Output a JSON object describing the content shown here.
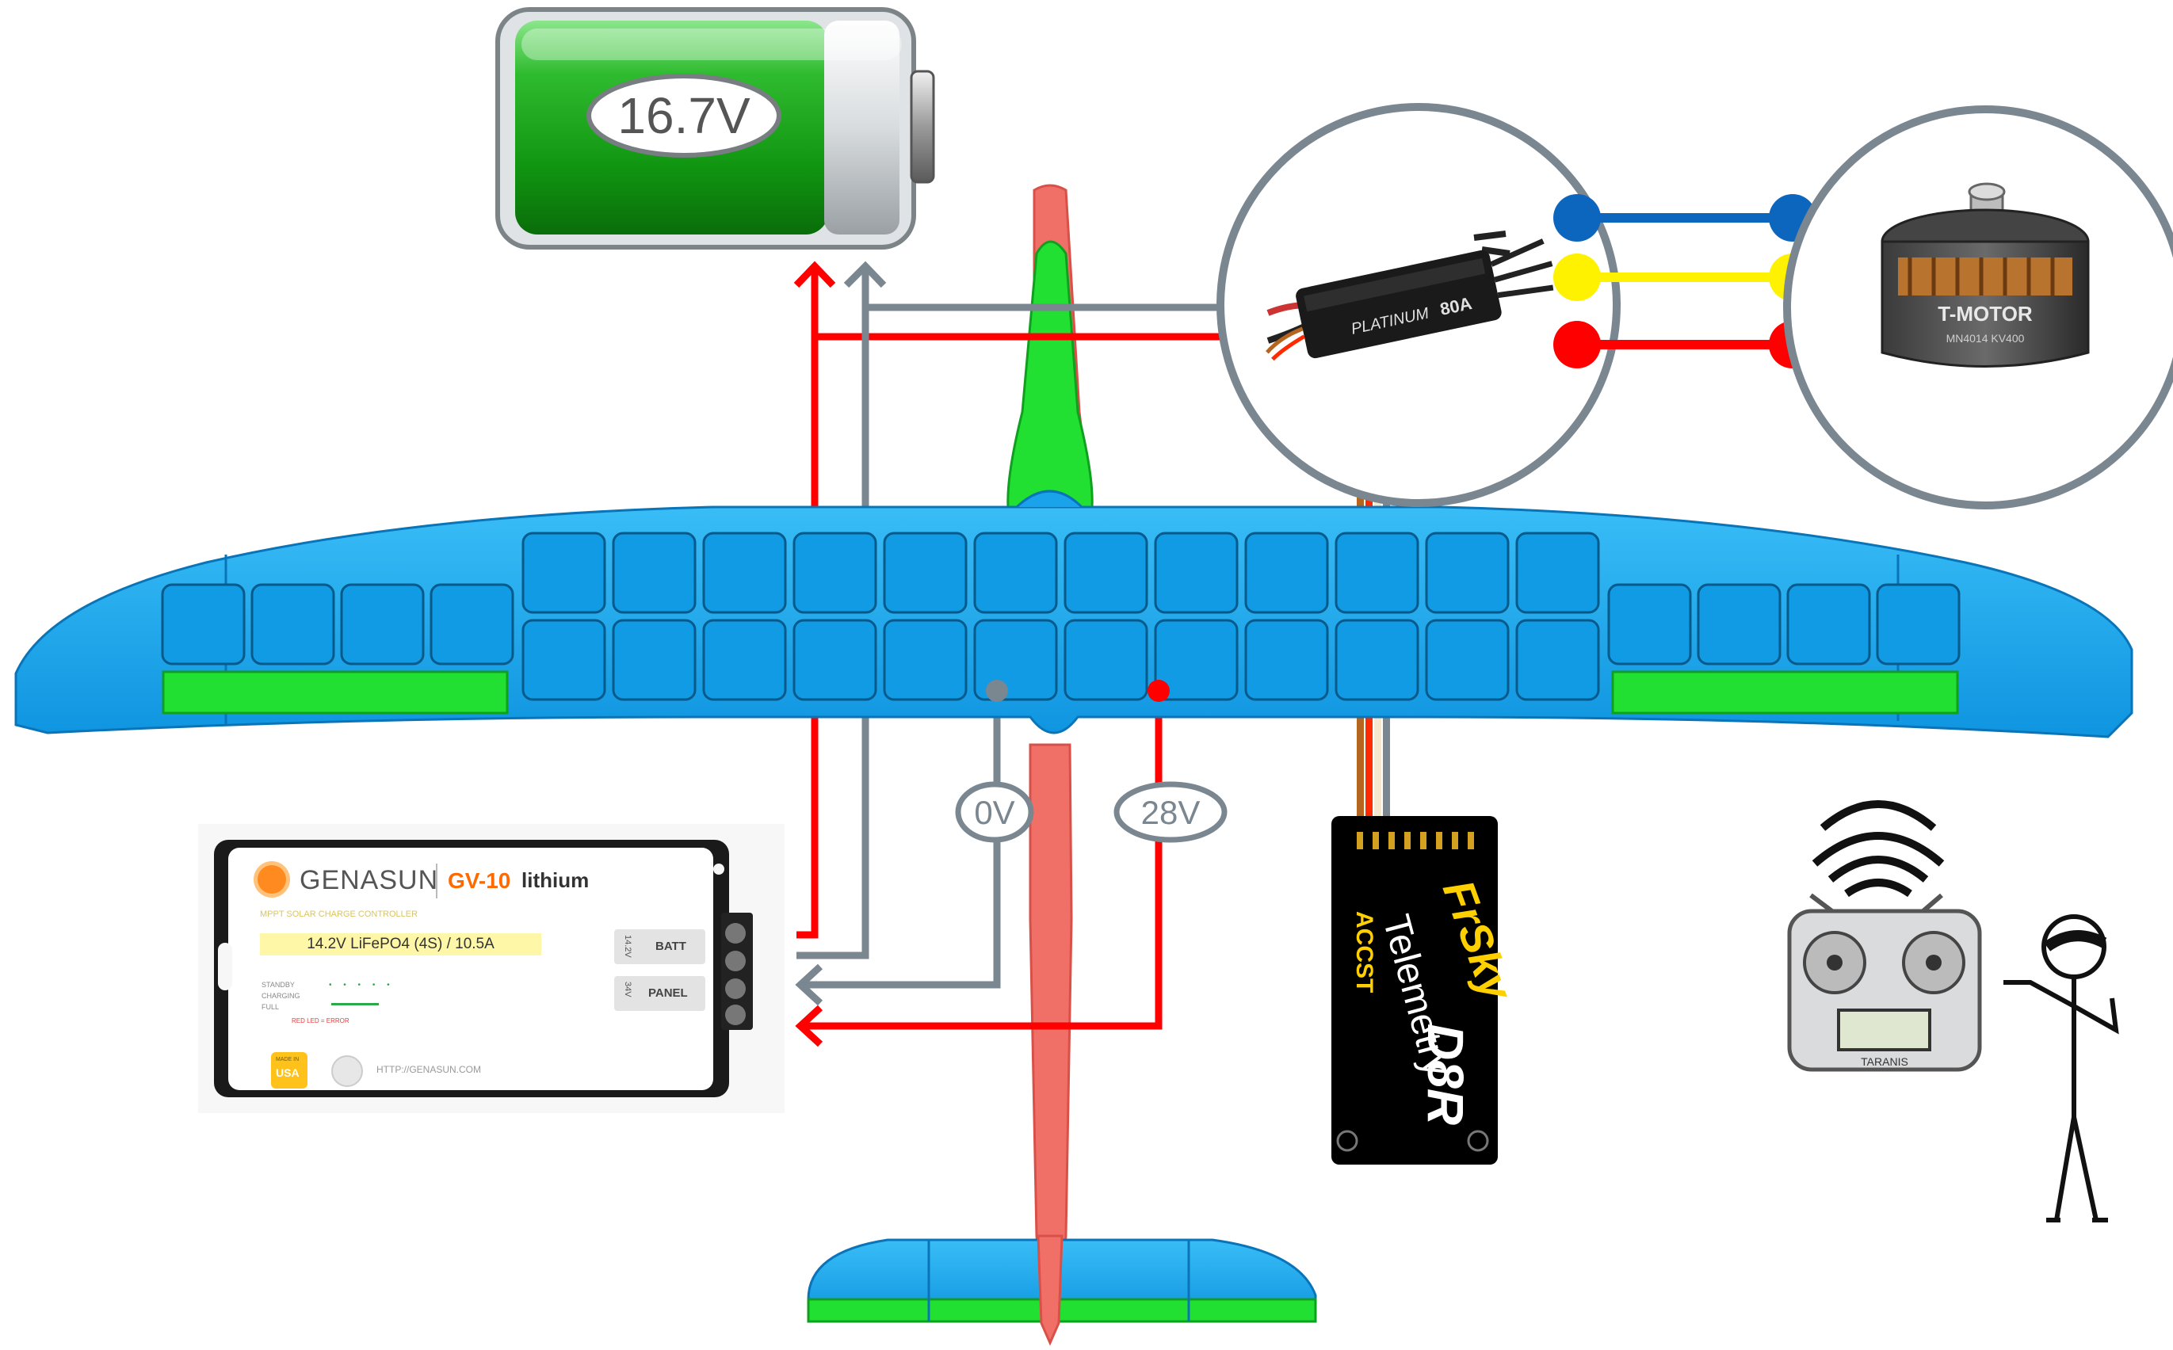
{
  "battery": {
    "voltage": "16.7V",
    "color_fill": "#1ea81e"
  },
  "cable_labels": {
    "ground": "0V",
    "solar": "28V"
  },
  "charge_controller": {
    "brand": "GENASUN",
    "model": "GV-10",
    "model_suffix": "lithium",
    "subtitle": "MPPT SOLAR CHARGE CONTROLLER",
    "spec": "14.2V LiFePO4 (4S) / 10.5A",
    "batt_label": "BATT",
    "batt_volt": "14.2V",
    "panel_label": "PANEL",
    "panel_volt": "34V",
    "led_labels": [
      "STANDBY",
      "CHARGING",
      "FULL"
    ],
    "led_note": "RED LED = ERROR",
    "made_in_top": "MADE IN",
    "made_in": "USA",
    "url": "HTTP://GENASUN.COM"
  },
  "esc": {
    "brand": "PLATINUM",
    "rating": "80A"
  },
  "motor": {
    "brand": "T-MOTOR",
    "model": "MN4014 KV400"
  },
  "receiver": {
    "brand": "FrSky",
    "tech": "ACCST",
    "feature": "Telemetry",
    "model": "D8R"
  },
  "transmitter": {
    "model": "TARANIS"
  },
  "colors": {
    "positive": "#ff0000",
    "negative": "#7a8690",
    "wing": "#1aa3ea",
    "solar_cell": "#109be4",
    "aileron": "#22e032",
    "fuselage": "#f07068",
    "phase_blue": "#0d66bd",
    "phase_yellow": "#fff200",
    "phase_red": "#ff0000"
  }
}
